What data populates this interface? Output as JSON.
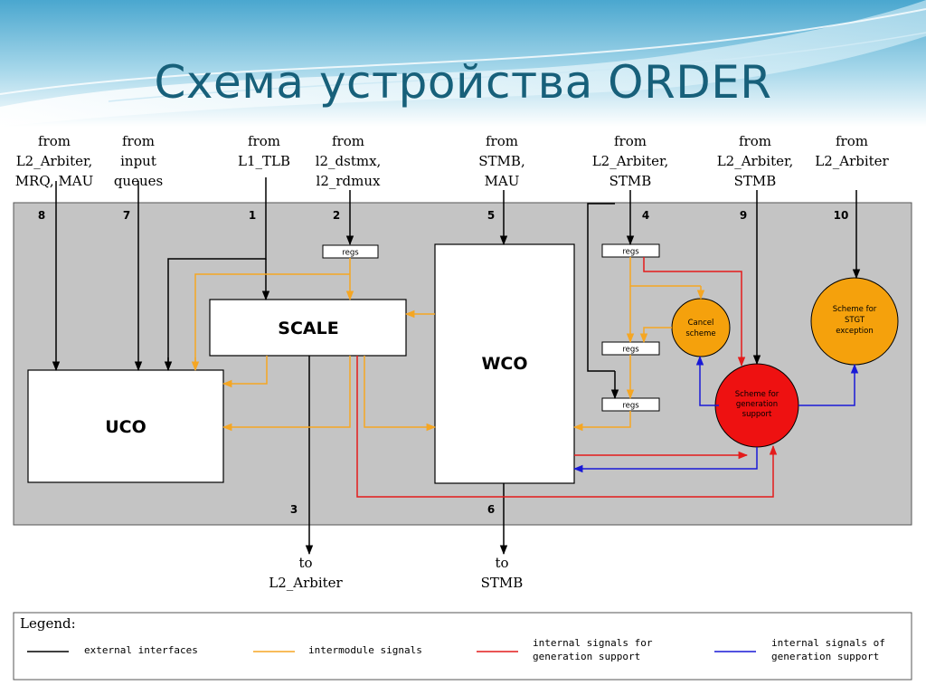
{
  "title": "Схема устройства ORDER",
  "colors": {
    "title": "#17607a",
    "panel": "#c4c4c4",
    "external": "#000000",
    "intermodule": "#f5a623",
    "gen_support_red": "#e41b1b",
    "gen_support_blue": "#1919d6",
    "cancel_fill": "#f5a10c",
    "gen_fill": "#ee1111",
    "stgt_fill": "#f5a10c"
  },
  "inputs": [
    {
      "id": "in8",
      "label": [
        "from",
        "L2_Arbiter,",
        "MRQ, MAU"
      ],
      "port": "8"
    },
    {
      "id": "in7",
      "label": [
        "from",
        "input",
        "queues"
      ],
      "port": "7"
    },
    {
      "id": "in1",
      "label": [
        "from",
        "L1_TLB"
      ],
      "port": "1"
    },
    {
      "id": "in2",
      "label": [
        "from",
        "l2_dstmx,",
        "l2_rdmux"
      ],
      "port": "2"
    },
    {
      "id": "in5",
      "label": [
        "from",
        "STMB,",
        "MAU"
      ],
      "port": "5"
    },
    {
      "id": "in4",
      "label": [
        "from",
        "L2_Arbiter,",
        "STMB"
      ],
      "port": "4"
    },
    {
      "id": "in9",
      "label": [
        "from",
        "L2_Arbiter,",
        "STMB"
      ],
      "port": "9"
    },
    {
      "id": "in10",
      "label": [
        "from",
        "L2_Arbiter"
      ],
      "port": "10"
    }
  ],
  "outputs": [
    {
      "id": "out3",
      "label": [
        "to",
        "L2_Arbiter"
      ],
      "port": "3"
    },
    {
      "id": "out6",
      "label": [
        "to",
        "STMB"
      ],
      "port": "6"
    }
  ],
  "modules": {
    "scale": "SCALE",
    "wco": "WCO",
    "uco": "UCO",
    "regs": "regs",
    "cancel": [
      "Cancel",
      "scheme"
    ],
    "gen": [
      "Scheme for",
      "generation",
      "support"
    ],
    "stgt": [
      "Scheme for",
      "STGT",
      "exception"
    ]
  },
  "legend": {
    "title": "Legend:",
    "items": [
      {
        "label": [
          "external interfaces"
        ],
        "color": "#000000"
      },
      {
        "label": [
          "intermodule signals"
        ],
        "color": "#f5a623"
      },
      {
        "label": [
          "internal signals for",
          "generation support"
        ],
        "color": "#e41b1b"
      },
      {
        "label": [
          "internal signals of",
          "generation support"
        ],
        "color": "#1919d6"
      }
    ]
  }
}
